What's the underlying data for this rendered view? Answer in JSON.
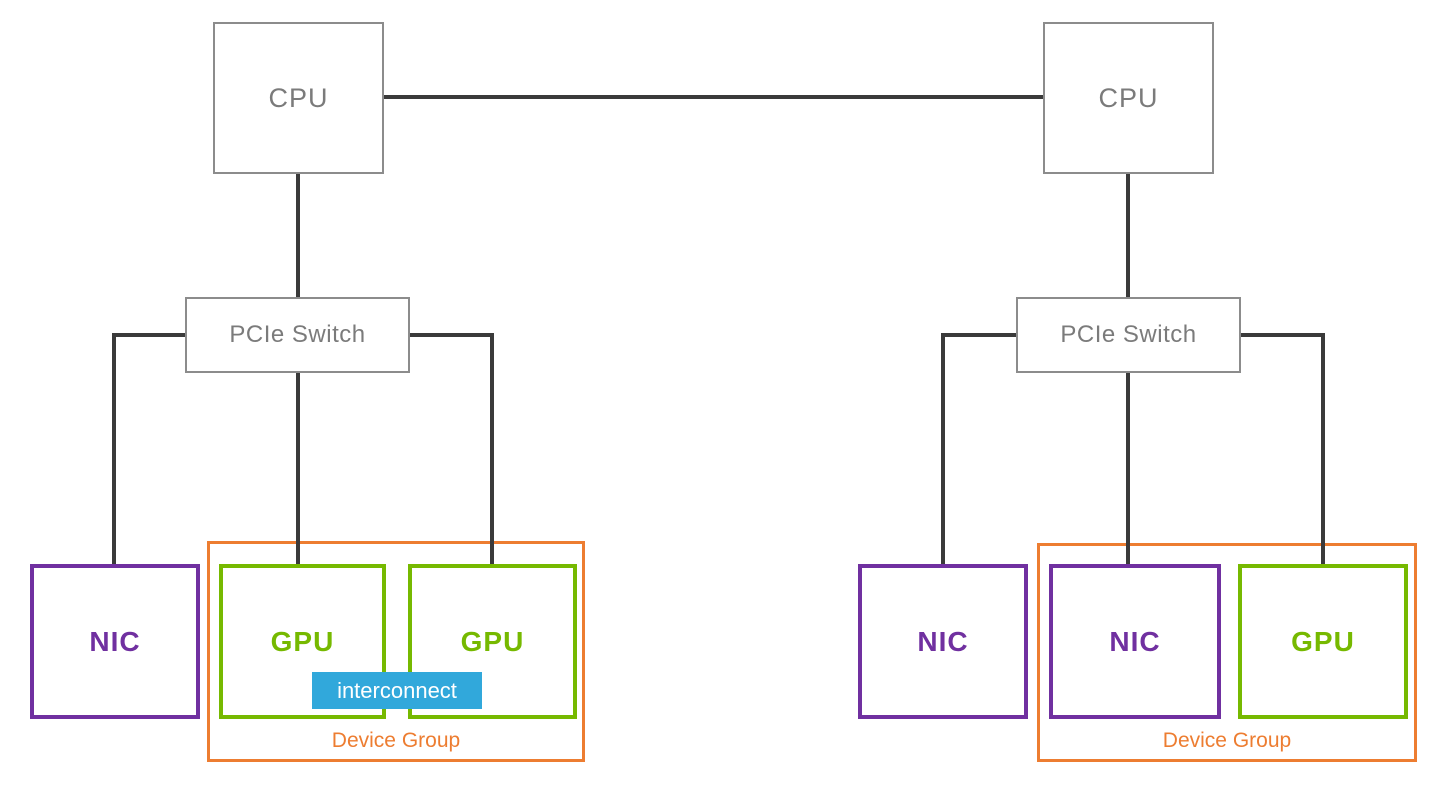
{
  "diagram": {
    "type": "hardware-topology",
    "colors": {
      "cpu_border": "#8c8c8c",
      "cpu_text": "#7b7b7b",
      "nic": "#7030a0",
      "gpu": "#76b900",
      "device_group": "#ed7d31",
      "interconnect_bg": "#31a8db",
      "interconnect_text": "#ffffff",
      "connector_line": "#3a3a3a",
      "background": "#ffffff"
    },
    "nodes": {
      "cpu1": "CPU",
      "cpu2": "CPU",
      "switch1": "PCIe Switch",
      "switch2": "PCIe Switch",
      "nic1": "NIC",
      "gpu1": "GPU",
      "gpu2": "GPU",
      "nic2": "NIC",
      "nic3": "NIC",
      "gpu3": "GPU"
    },
    "labels": {
      "interconnect": "interconnect",
      "device_group_left": "Device Group",
      "device_group_right": "Device Group"
    },
    "groups": [
      {
        "name": "device-group-left",
        "label": "Device Group",
        "members": [
          "gpu1",
          "gpu2"
        ]
      },
      {
        "name": "device-group-right",
        "label": "Device Group",
        "members": [
          "nic3",
          "gpu3"
        ]
      }
    ],
    "edges": [
      {
        "from": "cpu1",
        "to": "cpu2"
      },
      {
        "from": "cpu1",
        "to": "switch1"
      },
      {
        "from": "switch1",
        "to": "nic1"
      },
      {
        "from": "switch1",
        "to": "gpu1"
      },
      {
        "from": "switch1",
        "to": "gpu2"
      },
      {
        "from": "cpu2",
        "to": "switch2"
      },
      {
        "from": "switch2",
        "to": "nic2"
      },
      {
        "from": "switch2",
        "to": "nic3"
      },
      {
        "from": "switch2",
        "to": "gpu3"
      },
      {
        "from": "gpu1",
        "to": "gpu2",
        "via": "interconnect"
      }
    ]
  }
}
